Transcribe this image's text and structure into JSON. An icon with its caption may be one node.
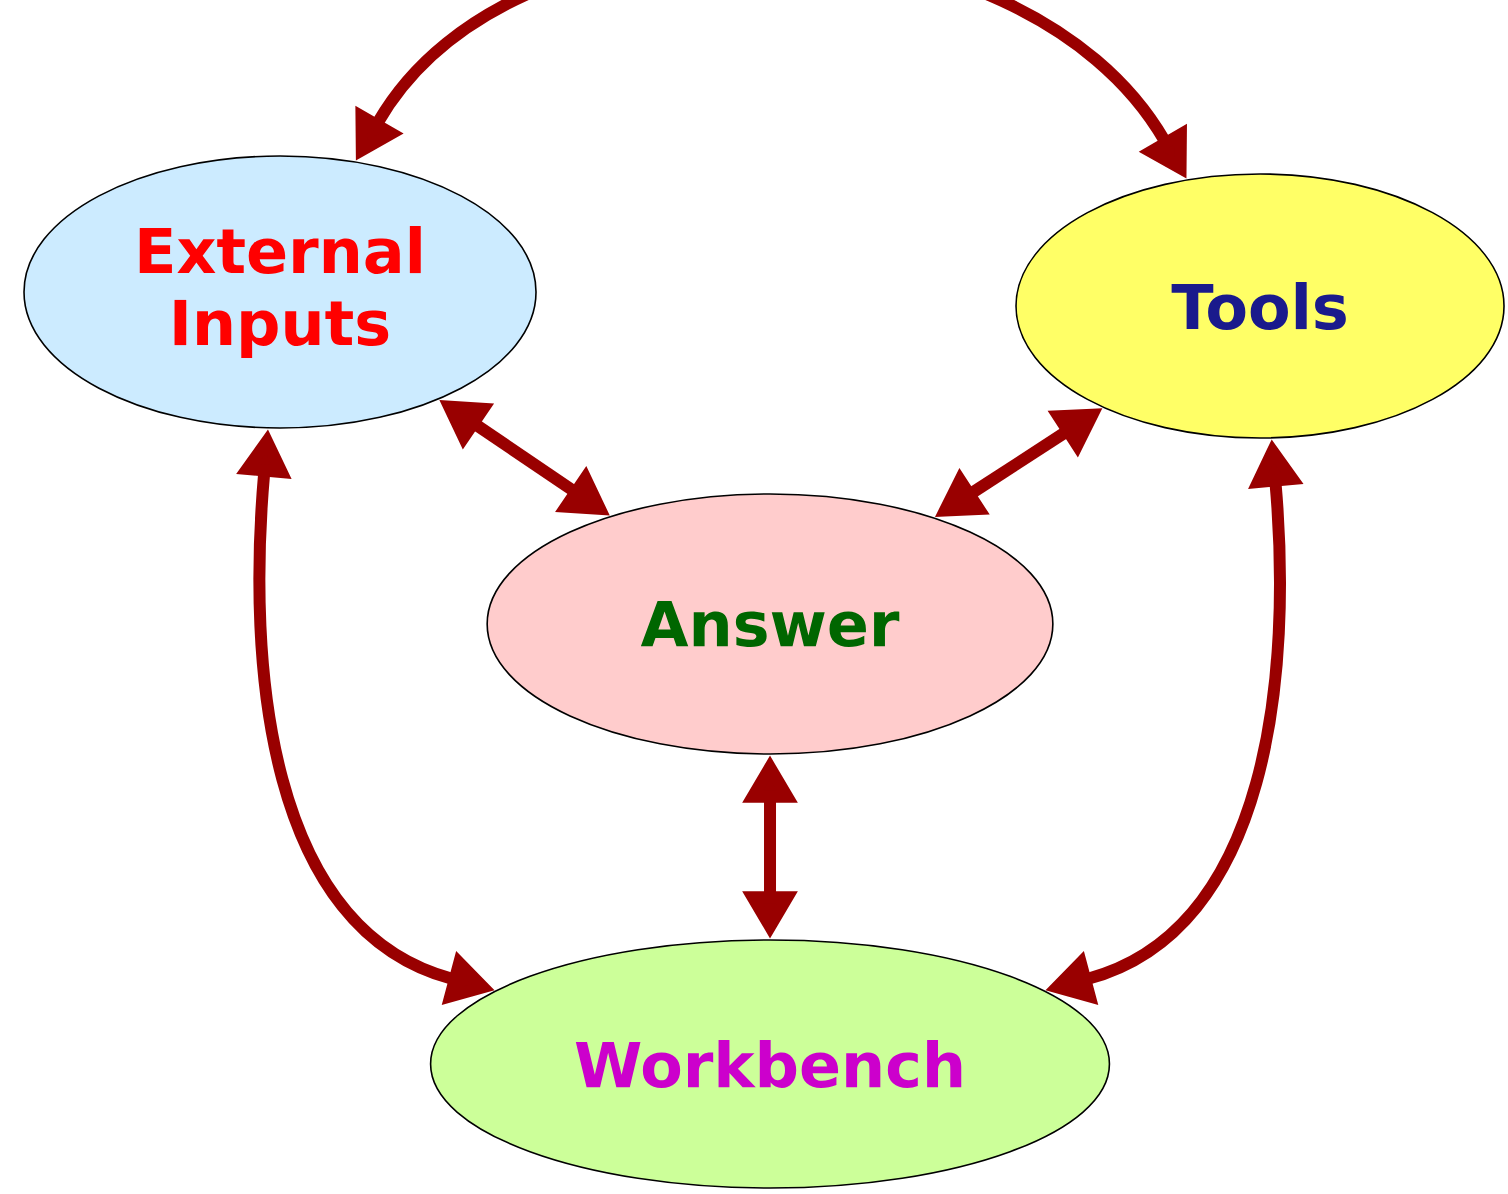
{
  "diagram": {
    "nodes": [
      {
        "text": [
          "External Inputs"
        ]
      },
      {
        "text": [
          "Tools"
        ]
      },
      {
        "text": [
          "Answer"
        ]
      },
      {
        "text": [
          "Workbench"
        ]
      }
    ],
    "edges": [
      {
        "from": 0,
        "to": 1,
        "arrow": "both"
      },
      {
        "from": 0,
        "to": 2,
        "arrow": "both"
      },
      {
        "from": 1,
        "to": 2,
        "arrow": "both"
      },
      {
        "from": 2,
        "to": 3,
        "arrow": "both"
      },
      {
        "from": 0,
        "to": 3,
        "arrow": "both"
      },
      {
        "from": 1,
        "to": 3,
        "arrow": "both"
      }
    ]
  }
}
